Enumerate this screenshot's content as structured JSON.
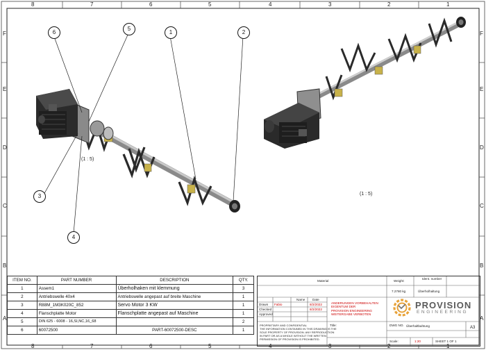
{
  "border": {
    "top_cols": [
      "8",
      "7",
      "6",
      "5",
      "4",
      "3",
      "2",
      "1"
    ],
    "bottom_cols": [
      "8",
      "7",
      "6",
      "5",
      "4",
      "3",
      "2",
      "1"
    ],
    "left_rows": [
      "F",
      "E",
      "D",
      "C",
      "B",
      "A"
    ],
    "right_rows": [
      "F",
      "E",
      "D",
      "C",
      "B",
      "A"
    ]
  },
  "views": {
    "left_scale": "(1 : 5)",
    "right_scale": "(1 : 5)"
  },
  "callouts": [
    "6",
    "5",
    "1",
    "2",
    "3",
    "4"
  ],
  "bom": {
    "headers": {
      "item": "ITEM NO.",
      "part": "PART NUMBER",
      "desc": "DESCRIPTION",
      "qty": "QTY."
    },
    "rows": [
      {
        "item": "1",
        "part": "Assem1",
        "desc": "Überholhaken mit klemmung",
        "qty": "3"
      },
      {
        "item": "2",
        "part": "Antriebswelle 40x4",
        "desc": "Antriebswelle angepast auf breite Maschine",
        "qty": "1"
      },
      {
        "item": "3",
        "part": "R88M_1M3K020C_852",
        "desc": "Servo Motor 3 KW",
        "qty": "1"
      },
      {
        "item": "4",
        "part": "Flanschplatte Motor",
        "desc": "Flanschplatte angepast auf Maschine",
        "qty": "1"
      },
      {
        "item": "5",
        "part": "DIN 625 - 6008 - 16,SI,NC,16_68",
        "desc": "",
        "qty": "2"
      },
      {
        "item": "6",
        "part": "60072500",
        "desc": "PART-60072500-DESC",
        "qty": "1"
      }
    ]
  },
  "title_block": {
    "material": "Material",
    "weight_label": "Weight:",
    "weight_value": "7.2780 kg",
    "ident_label": "Ident. number",
    "ident_value": "Überholhaltung",
    "name_label": "Name",
    "date_label": "Date",
    "row_drawn": "Drawn",
    "row_checked": "Checked",
    "row_approved": "Approved",
    "drawn_name": "Fabio",
    "date1": "8/2/2022",
    "date2": "8/2/2022",
    "title_label": "Title:",
    "dwg_no_label": "DWG NO.",
    "dwg_no_value": "Überhaltbahtung",
    "size": "A3",
    "scale_label": "Scale:",
    "scale_value": "1:20",
    "sheet": "SHEET 1 OF 1",
    "red_note": [
      "ANDERUNGEN VORBEHALTEN",
      "EIGENTUM DER",
      "PROVISION ENGINEERING",
      "WEITERGABE VERBOTEN"
    ],
    "notes": [
      "PROPRIETARY AND CONFIDENTIAL",
      "THE INFORMATION CONTAINED IN THIS DRAWING IS THE",
      "SOLE PROPERTY OF PROVISION. ANY REPRODUCTION",
      "IN PART OR AS A WHOLE WITHOUT THE WRITTEN",
      "PERMISSION OF PROVISION IS PROHIBITED."
    ],
    "company_name": "PROVISION",
    "company_sub": "ENGINEERING",
    "brand_color": "#e8a33a"
  }
}
